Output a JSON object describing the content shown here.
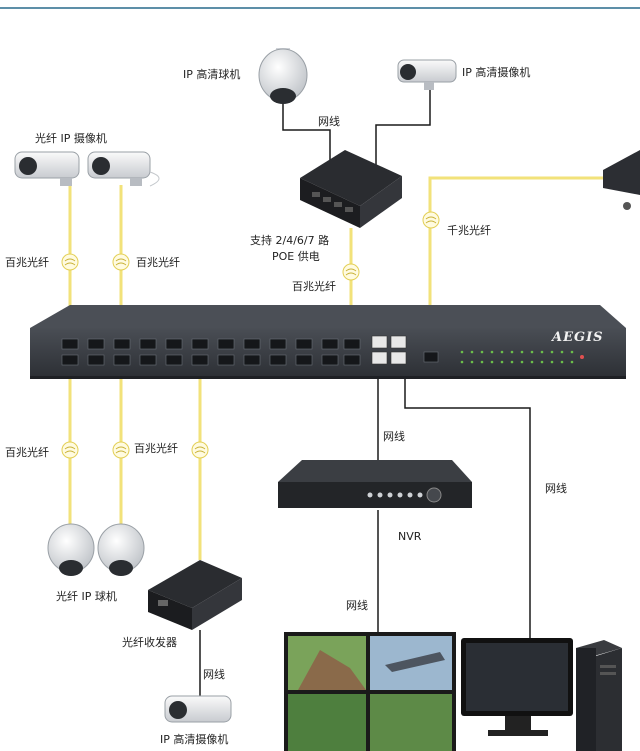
{
  "brand": "AEGIS",
  "labels": {
    "ip_dome_top": "IP 高清球机",
    "ip_bullet_top": "IP 高清摄像机",
    "fiber_ip_cam": "光纤 IP 摄像机",
    "wire_top": "网线",
    "poe_support_1": "支持 2/4/6/7 路",
    "poe_support_2": "POE 供电",
    "gigabit_fiber": "千兆光纤",
    "fiber_100_a": "百兆光纤",
    "fiber_100_b": "百兆光纤",
    "fiber_100_c": "百兆光纤",
    "fiber_100_d": "百兆光纤",
    "fiber_100_e": "百兆光纤",
    "wire_nvr": "网线",
    "wire_right": "网线",
    "nvr": "NVR",
    "wire_monitor": "网线",
    "fiber_dome_bottom": "光纤 IP 球机",
    "transceiver": "光纤收发器",
    "wire_bottom": "网线",
    "ip_bullet_bottom": "IP 高清摄像机"
  },
  "colors": {
    "fiber": "#f2e27a",
    "wire": "#1a1a1a",
    "switch_body": "#3a3d42",
    "accent_green": "#6cc04a"
  }
}
